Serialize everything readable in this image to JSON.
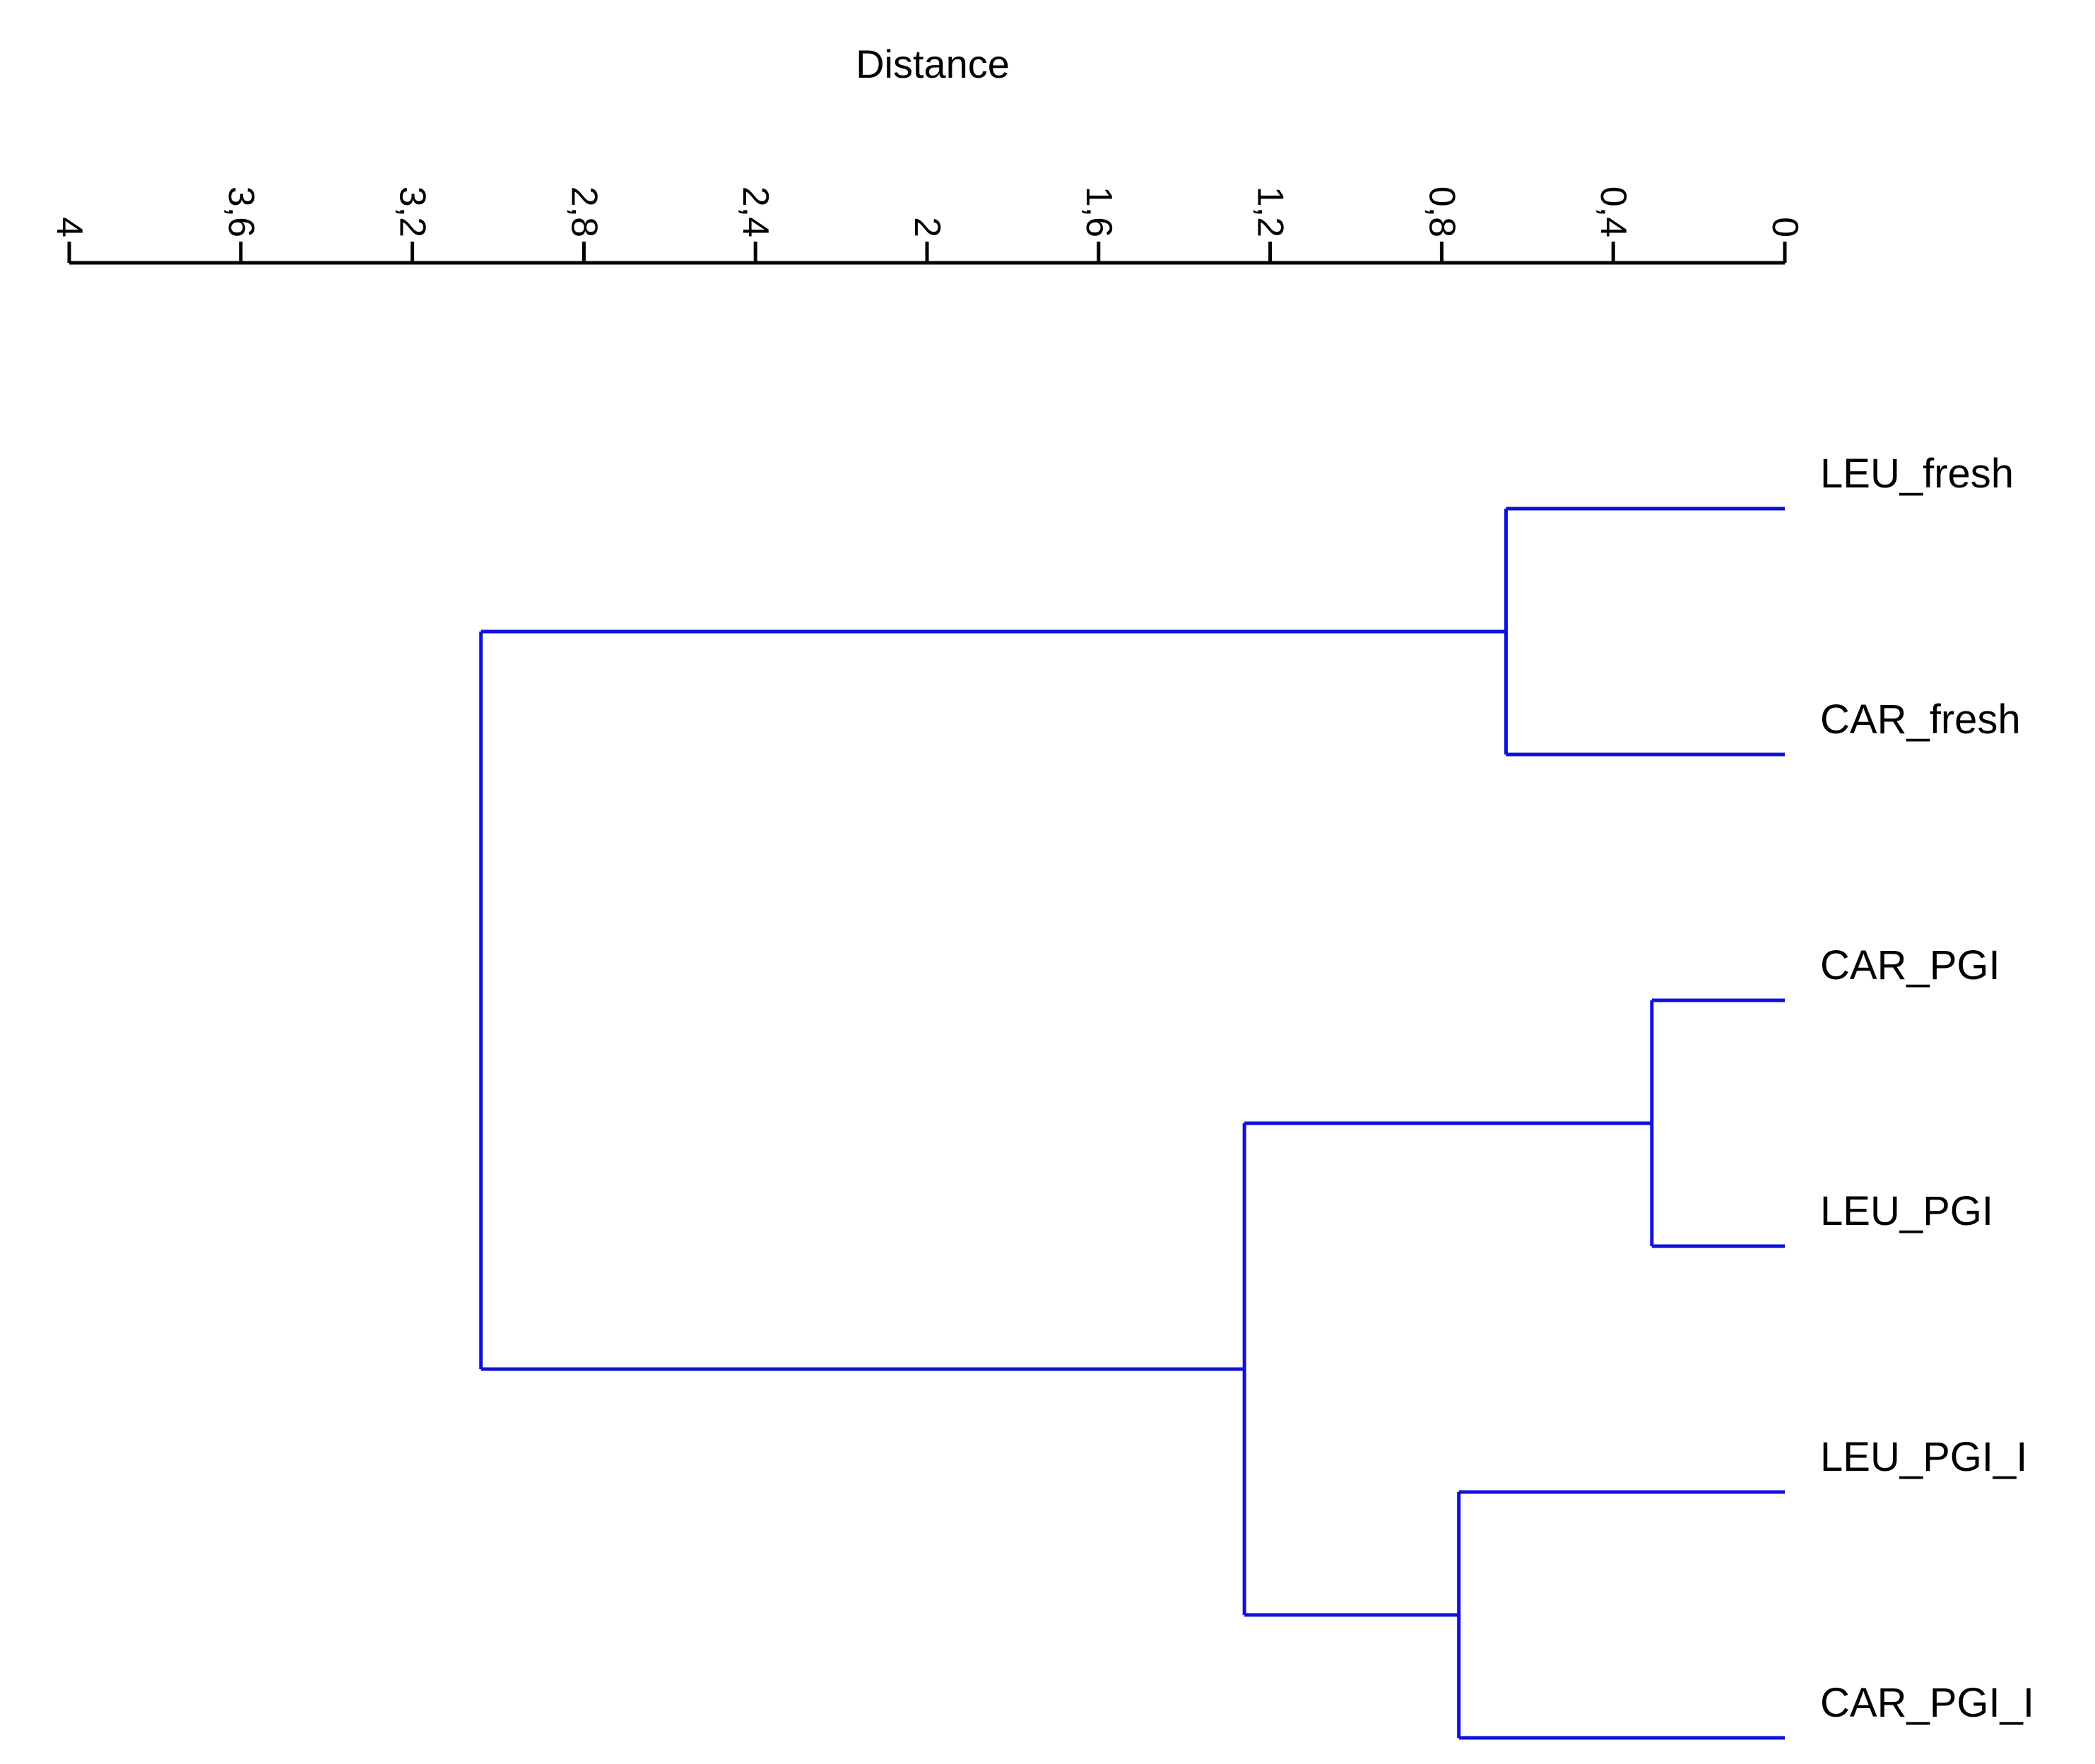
{
  "chart_data": {
    "type": "dendrogram",
    "title": "",
    "xlabel": "Distance",
    "xlim": [
      4,
      0
    ],
    "x_reversed": true,
    "ticks": [
      {
        "value": 4,
        "label": "4"
      },
      {
        "value": 3.6,
        "label": "3,6"
      },
      {
        "value": 3.2,
        "label": "3,2"
      },
      {
        "value": 2.8,
        "label": "2,8"
      },
      {
        "value": 2.4,
        "label": "2,4"
      },
      {
        "value": 2,
        "label": "2"
      },
      {
        "value": 1.6,
        "label": "1,6"
      },
      {
        "value": 1.2,
        "label": "1,2"
      },
      {
        "value": 0.8,
        "label": "0,8"
      },
      {
        "value": 0.4,
        "label": "0,4"
      },
      {
        "value": 0,
        "label": "0"
      }
    ],
    "tick_label_rotation": "90deg",
    "line_color": "#1010DD",
    "axis_color": "#000000",
    "leaves": [
      "LEU_fresh",
      "CAR_fresh",
      "CAR_PGI",
      "LEU_PGI",
      "LEU_PGI_I",
      "CAR_PGI_I"
    ],
    "merges": [
      {
        "left": "LEU_fresh",
        "right": "CAR_fresh",
        "height": 0.65
      },
      {
        "left": "CAR_PGI",
        "right": "LEU_PGI",
        "height": 0.31
      },
      {
        "left": "LEU_PGI_I",
        "right": "CAR_PGI_I",
        "height": 0.76
      },
      {
        "left": "CAR_PGI+LEU_PGI",
        "right": "LEU_PGI_I+CAR_PGI_I",
        "height": 1.26
      },
      {
        "left": "LEU_fresh+CAR_fresh",
        "right": "CAR_PGI+LEU_PGI+LEU_PGI_I+CAR_PGI_I",
        "height": 3.04
      }
    ]
  }
}
